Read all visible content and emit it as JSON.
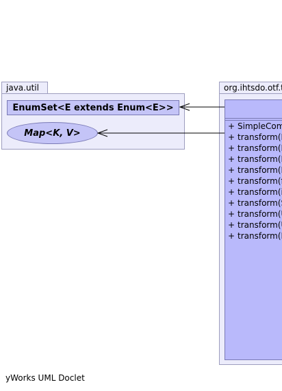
{
  "packages": {
    "java_util": {
      "name": "java.util",
      "classes": [
        {
          "name": "EnumSet<E extends Enum<E>>",
          "kind": "class"
        },
        {
          "name": "Map<K, V>",
          "kind": "interface"
        }
      ]
    },
    "right": {
      "name": "org.ihtsdo.otf.t",
      "class": {
        "members": [
          {
            "visibility": "+",
            "text": "SimpleCom"
          },
          {
            "visibility": "+",
            "text": "transform(I"
          },
          {
            "visibility": "+",
            "text": "transform(I"
          },
          {
            "visibility": "+",
            "text": "transform(I"
          },
          {
            "visibility": "+",
            "text": "transform(I"
          },
          {
            "visibility": "+",
            "text": "transform(f"
          },
          {
            "visibility": "+",
            "text": "transform(i"
          },
          {
            "visibility": "+",
            "text": "transform(S"
          },
          {
            "visibility": "+",
            "text": "transform(U"
          },
          {
            "visibility": "+",
            "text": "transform(U"
          },
          {
            "visibility": "+",
            "text": "transform(I"
          }
        ]
      }
    }
  },
  "footer": "yWorks UML Doclet",
  "colors": {
    "package_fill": "#ececfb",
    "class_fill": "#c4c4f7",
    "big_class_fill": "#b9b9fb",
    "border": "#7a7ab5"
  }
}
